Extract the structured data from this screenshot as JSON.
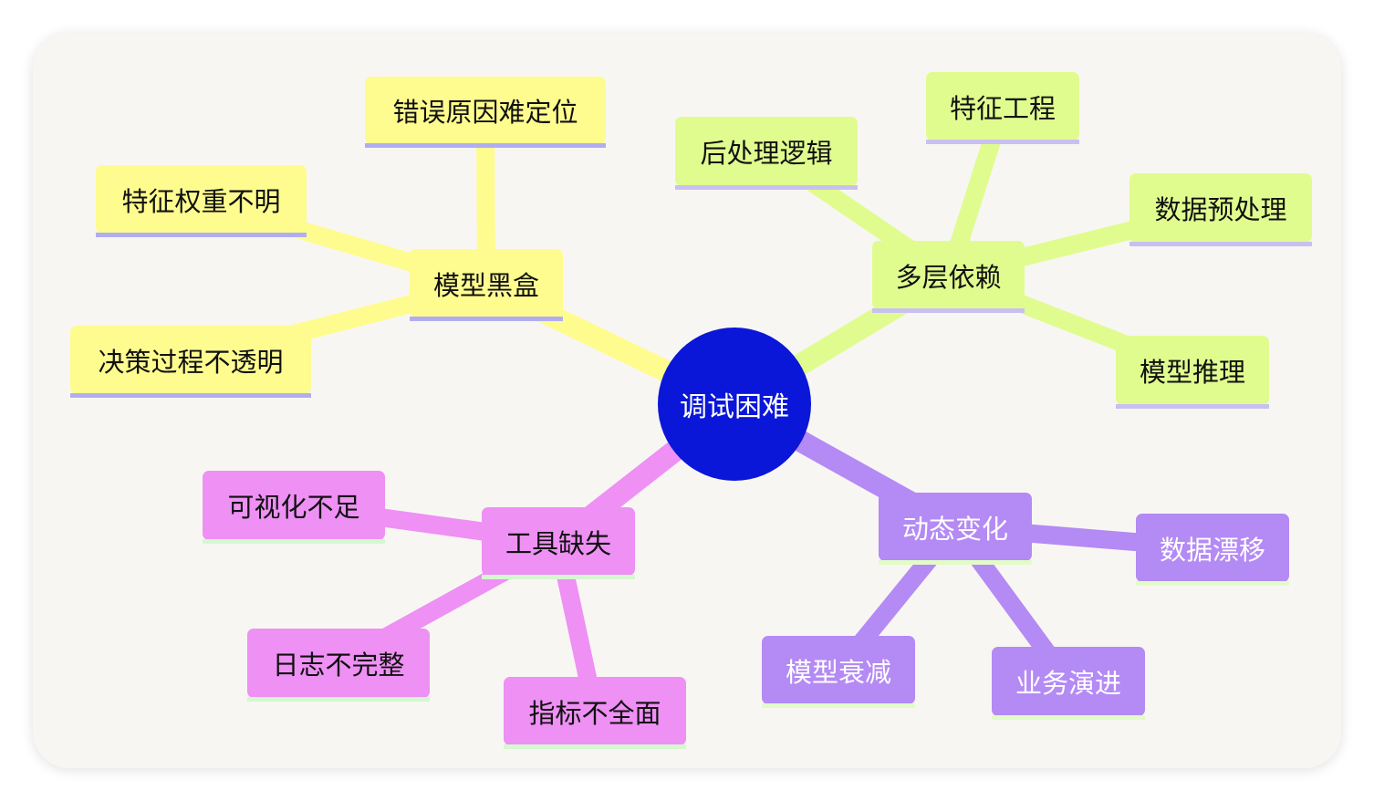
{
  "colors": {
    "center": "#0a17d8",
    "yellow": "#fefc8f",
    "green": "#e0fc8f",
    "pink": "#ee90f4",
    "purple": "#b48af4"
  },
  "center": {
    "label": "调试困难"
  },
  "branches": [
    {
      "label": "模型黑盒",
      "children": [
        "错误原因难定位",
        "特征权重不明",
        "决策过程不透明"
      ]
    },
    {
      "label": "多层依赖",
      "children": [
        "后处理逻辑",
        "特征工程",
        "数据预处理",
        "模型推理"
      ]
    },
    {
      "label": "工具缺失",
      "children": [
        "可视化不足",
        "日志不完整",
        "指标不全面"
      ]
    },
    {
      "label": "动态变化",
      "children": [
        "数据漂移",
        "模型衰减",
        "业务演进"
      ]
    }
  ]
}
